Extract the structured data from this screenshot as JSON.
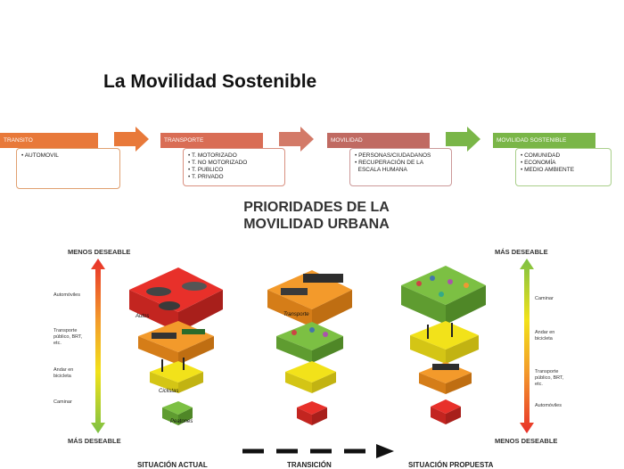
{
  "title": "La Movilidad Sostenible",
  "stages": [
    {
      "header": "TRANSITO",
      "items": [
        "• AUTOMOVIL"
      ],
      "color": "#e8793a"
    },
    {
      "header": "TRANSPORTE",
      "items": [
        "• T. MOTORIZADO",
        "• T. NO MOTORIZADO",
        "• T. PUBLICO",
        "• T. PRIVADO"
      ],
      "color": "#d96d55"
    },
    {
      "header": "MOVILIDAD",
      "items": [
        "• PERSONAS/CIUDADANOS",
        "• RECUPERACIÓN DE LA",
        "  ESCALA HUMANA"
      ],
      "color": "#c06a62"
    },
    {
      "header": "MOVILIDAD SOSTENIBLE",
      "items": [
        "• COMUNIDAD",
        "• ECONOMÍA",
        "• MEDIO AMBIENTE"
      ],
      "color": "#7ab648"
    }
  ],
  "priorities": {
    "title_line1": "PRIORIDADES DE LA",
    "title_line2": "MOVILIDAD URBANA",
    "left": {
      "top": "MENOS DESEABLE",
      "bottom": "MÁS DESEABLE",
      "levels": [
        "Automóviles",
        "Transporte público, BRT, etc.",
        "Andar en bicicleta",
        "Caminar"
      ]
    },
    "right": {
      "top": "MÁS DESEABLE",
      "bottom": "MENOS DESEABLE",
      "levels": [
        "Caminar",
        "Andar en bicicleta",
        "Transporte público, BRT, etc.",
        "Automóviles"
      ]
    },
    "block_labels": {
      "auto": "Autos",
      "transporte": "Transporte",
      "peatones": "Peatones",
      "ciclistas": "Ciclistas"
    },
    "situations": [
      "SITUACIÓN ACTUAL",
      "TRANSICIÓN",
      "SITUACIÓN PROPUESTA"
    ]
  },
  "colors": {
    "red": "#e8302a",
    "orange": "#f39a2b",
    "yellow": "#f2e21a",
    "green": "#7cc043",
    "dark_green": "#3e7a2c"
  }
}
